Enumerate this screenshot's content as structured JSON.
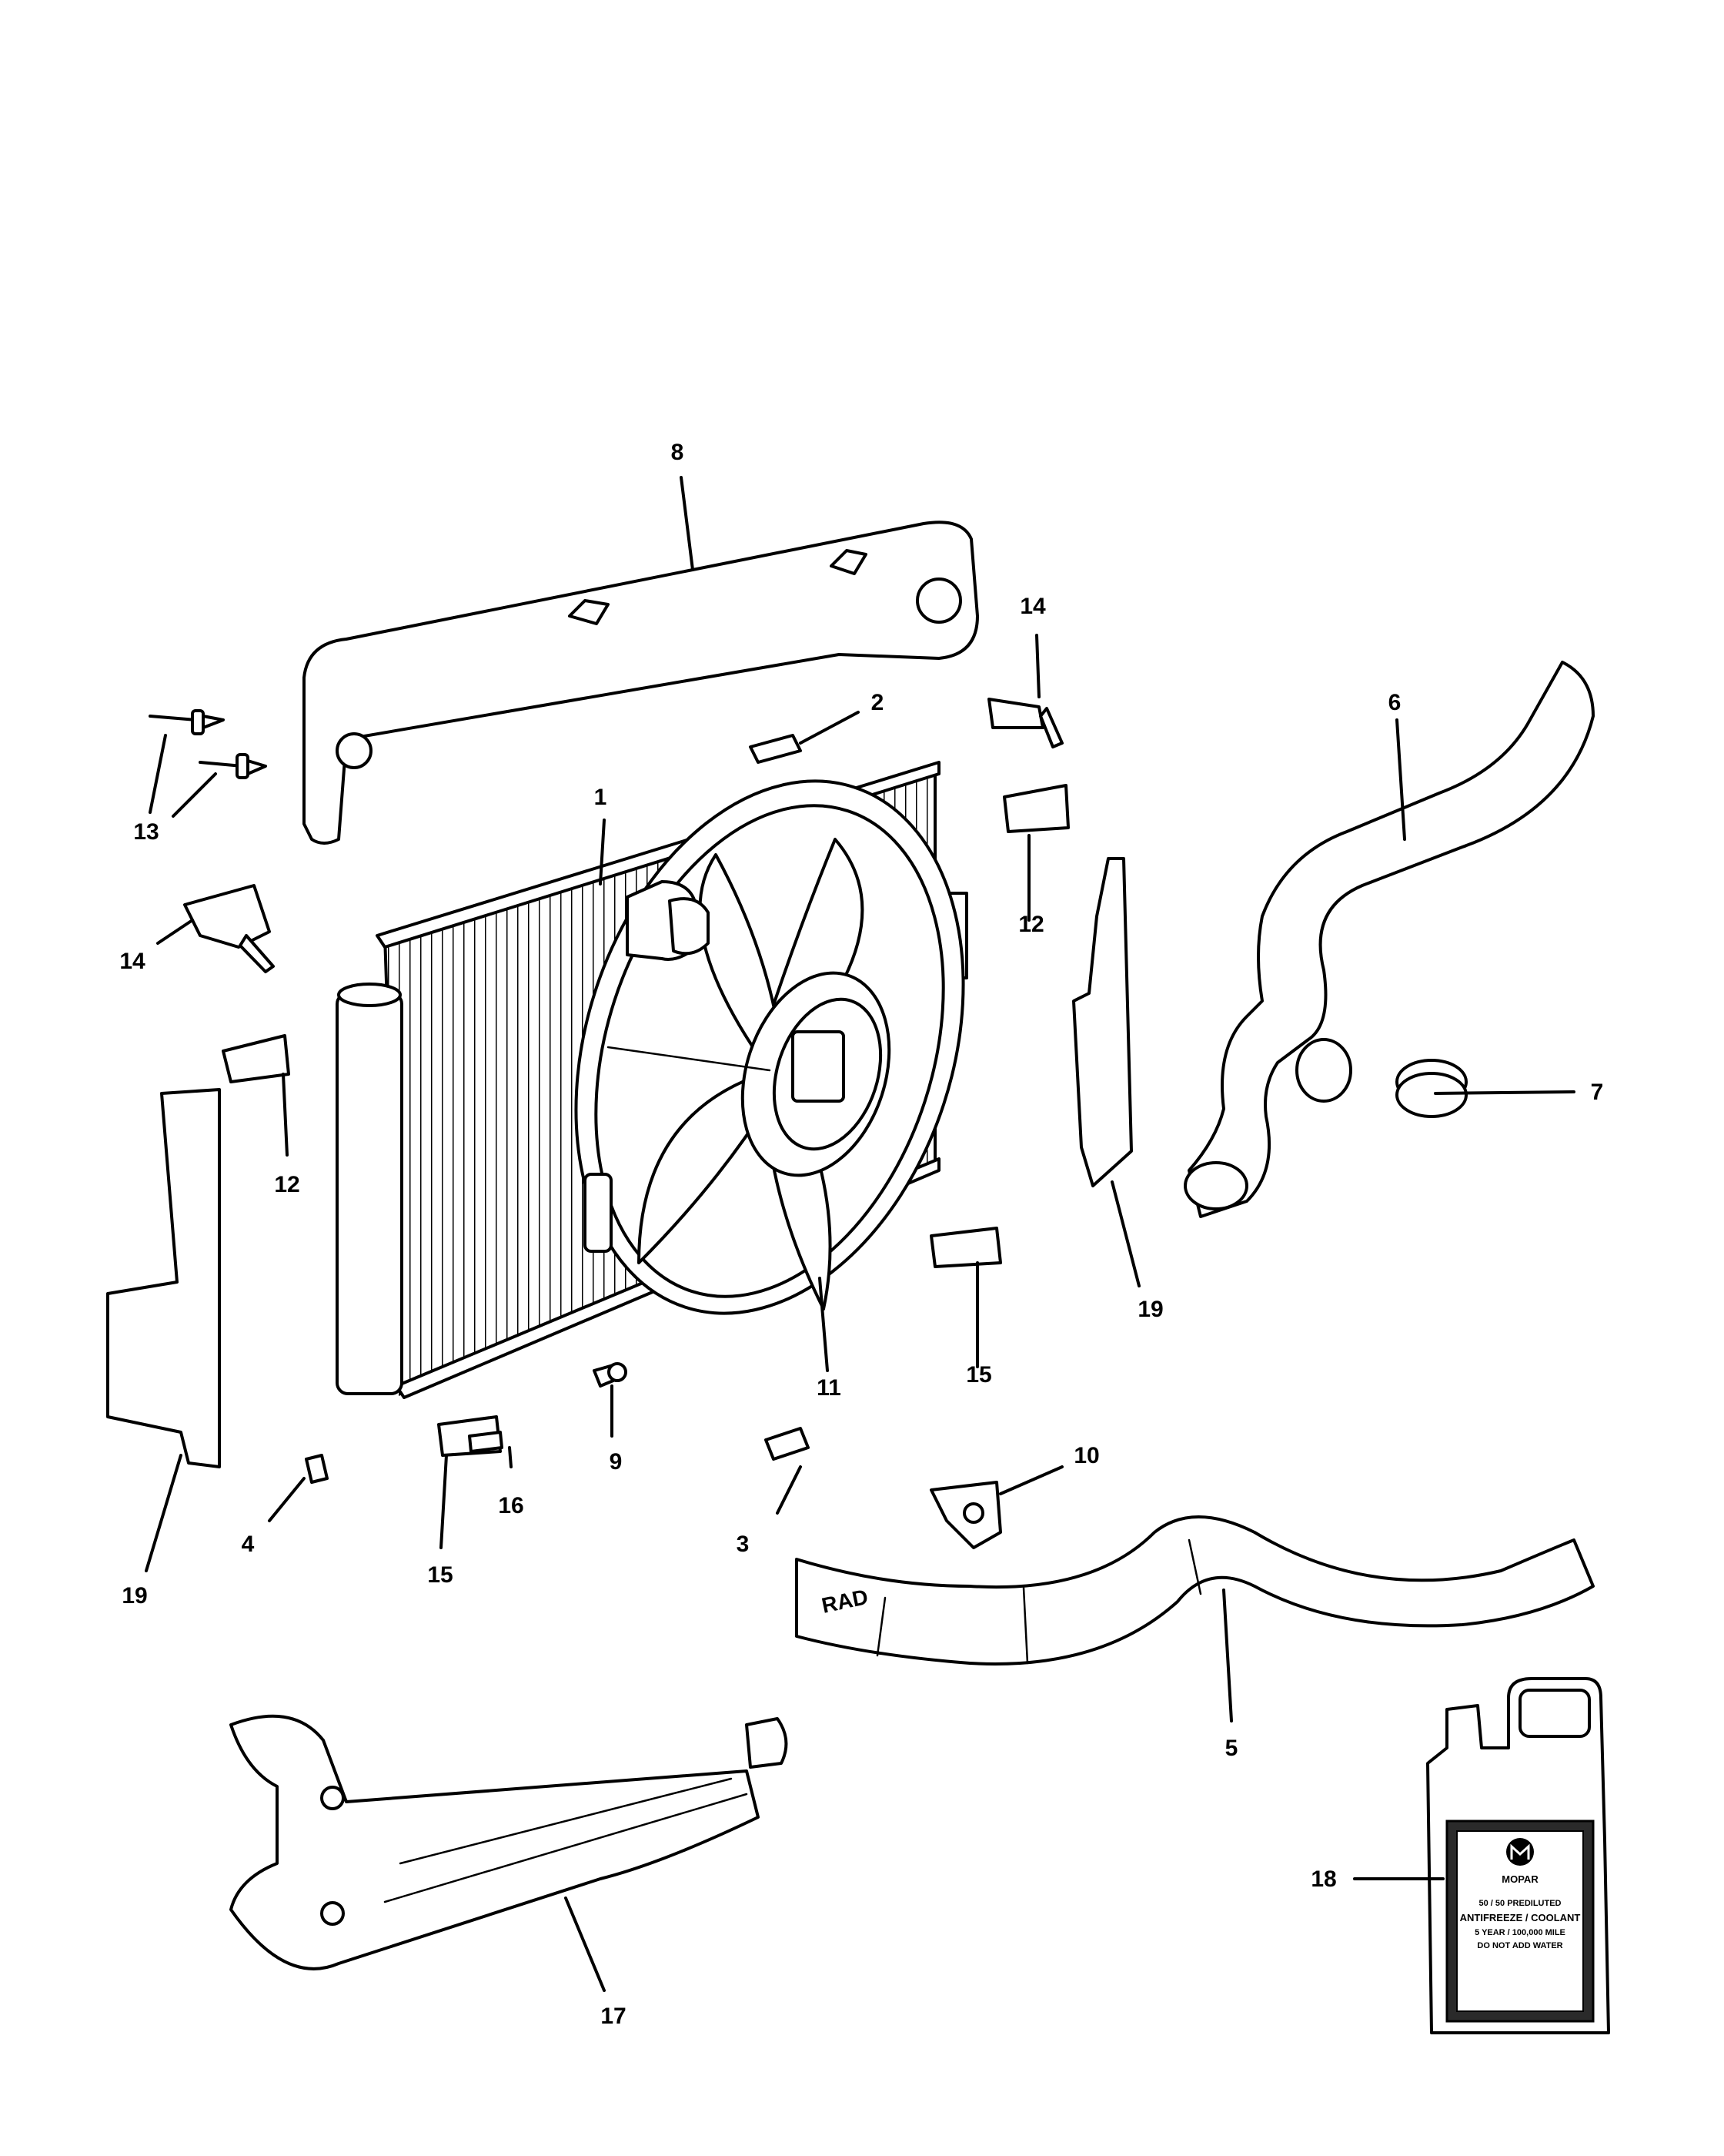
{
  "diagram": {
    "callouts": [
      "1",
      "2",
      "3",
      "4",
      "5",
      "6",
      "7",
      "8",
      "9",
      "10",
      "11",
      "12",
      "12",
      "13",
      "14",
      "14",
      "15",
      "15",
      "16",
      "17",
      "18",
      "19",
      "19"
    ],
    "hose_marking": "RAD",
    "jug_label": {
      "brand": "MOPAR",
      "line1": "50 / 50 PREDILUTED",
      "line2": "ANTIFREEZE / COOLANT",
      "line3": "5 YEAR / 100,000 MILE",
      "line4": "DO NOT ADD WATER"
    }
  }
}
